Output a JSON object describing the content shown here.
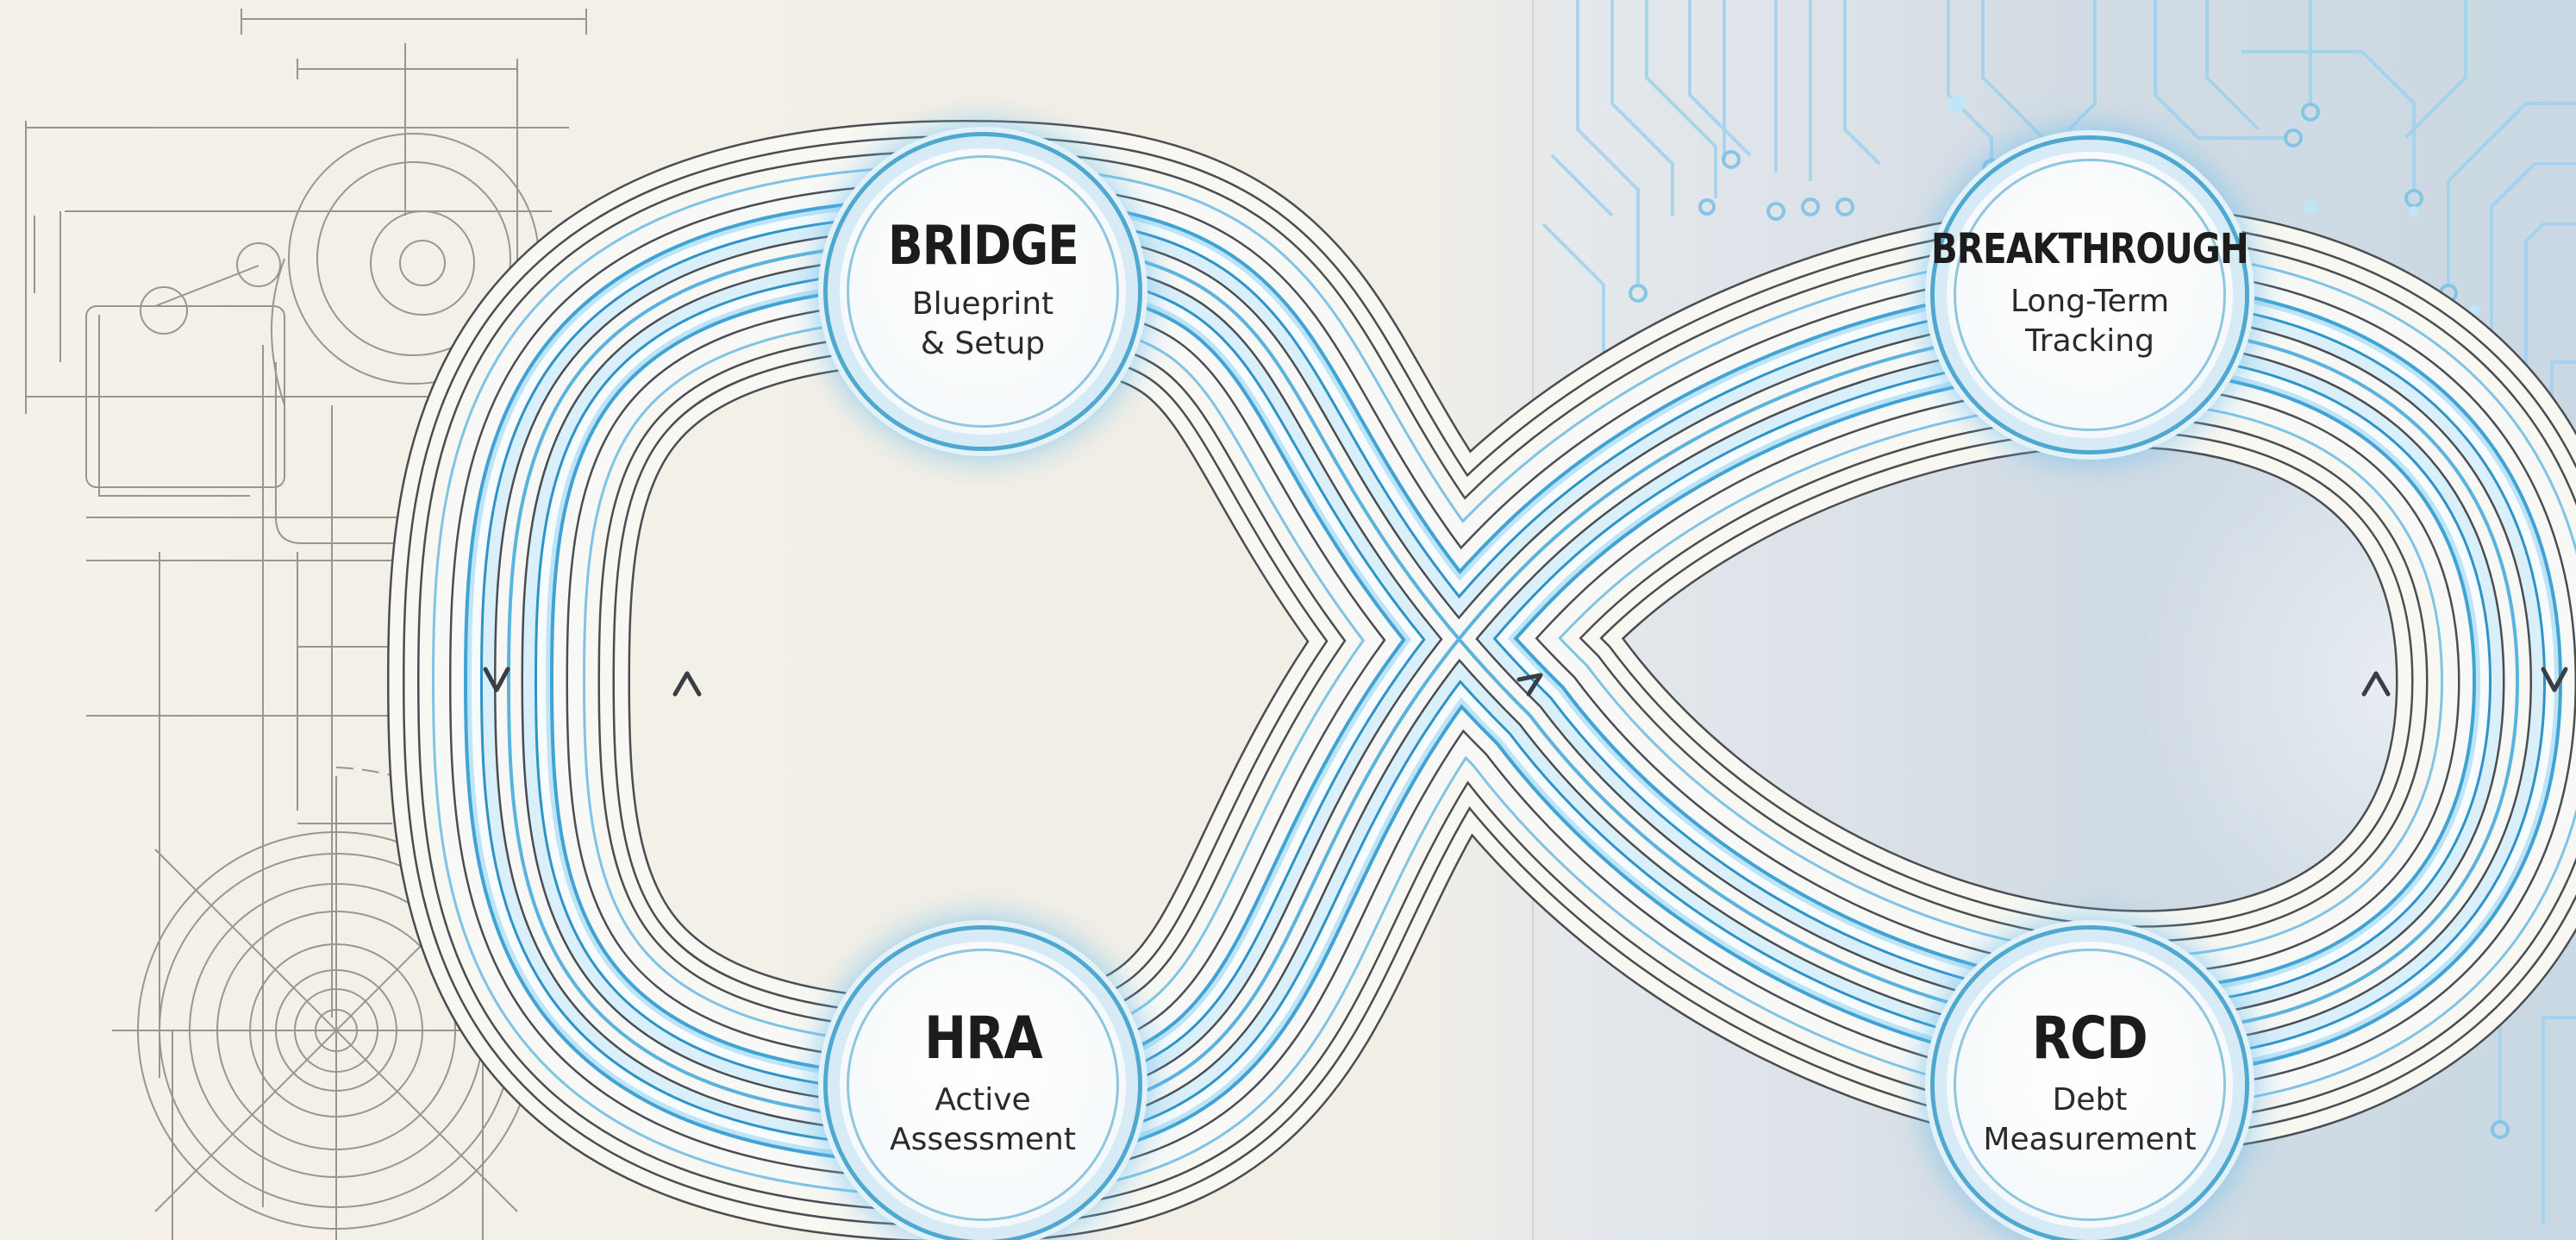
{
  "nodes": [
    {
      "title": "BRIDGE",
      "subtitle_1": "Blueprint",
      "subtitle_2": "& Setup"
    },
    {
      "title": "BREAKTHROUGH",
      "subtitle_1": "Long-Term",
      "subtitle_2": "Tracking"
    },
    {
      "title": "HRA",
      "subtitle_1": "Active",
      "subtitle_2": "Assessment"
    },
    {
      "title": "RCD",
      "subtitle_1": "Debt",
      "subtitle_2": "Measurement"
    }
  ],
  "colors": {
    "paper": "#f2efe6",
    "sketch_line": "#8a8780",
    "digital_bg": "#dfe6ec",
    "circuit": "#8ecbea",
    "loop_dark": "#4a4d52",
    "loop_blue": "#3fa3d6",
    "glow": "#6ec0ee"
  },
  "icons": [
    "blueprint-sketch",
    "circuit-board",
    "infinity-loop",
    "direction-arrow-icon"
  ]
}
